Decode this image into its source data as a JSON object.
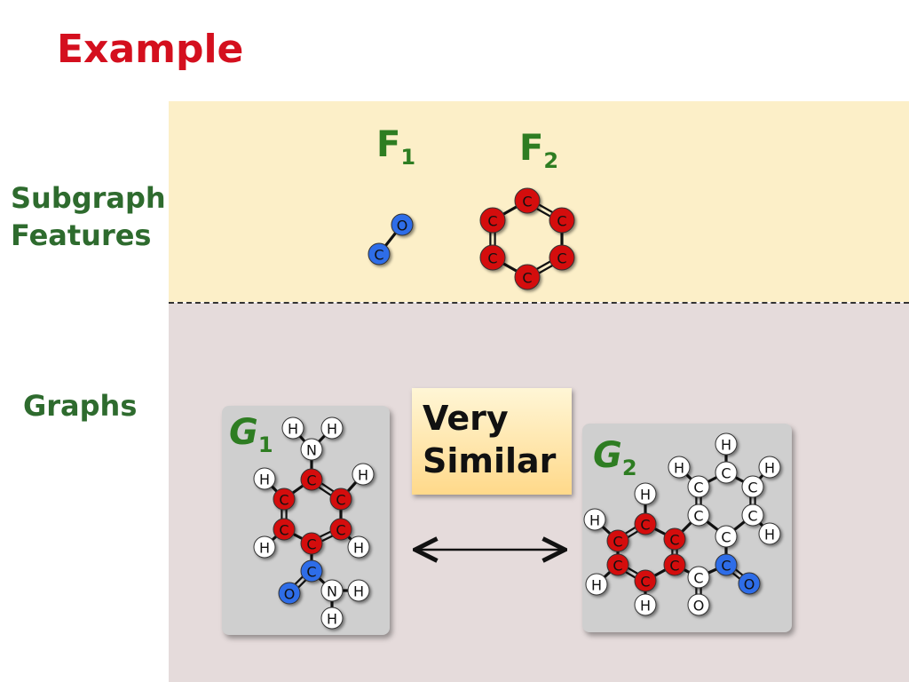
{
  "title": "Example",
  "sections": {
    "subgraph_features": "Subgraph\nFeatures",
    "graphs": "Graphs"
  },
  "features": [
    {
      "letter": "F",
      "sub": "1"
    },
    {
      "letter": "F",
      "sub": "2"
    }
  ],
  "graphs": [
    {
      "letter": "G",
      "sub": "1"
    },
    {
      "letter": "G",
      "sub": "2"
    }
  ],
  "similarity": {
    "line1": "Very",
    "line2": "Similar"
  },
  "atom_colors": {
    "red": "#d40f0f",
    "blue": "#2f6de8",
    "white": "#ffffff"
  },
  "molecules": {
    "f1": {
      "atoms": [
        {
          "id": "c",
          "label": "C",
          "color": "blue"
        },
        {
          "id": "o",
          "label": "O",
          "color": "blue"
        }
      ],
      "bonds": [
        [
          "c",
          "o",
          1
        ]
      ]
    },
    "f2": {
      "atoms": [
        {
          "id": "t",
          "label": "C",
          "color": "red"
        },
        {
          "id": "ur",
          "label": "C",
          "color": "red"
        },
        {
          "id": "lr",
          "label": "C",
          "color": "red"
        },
        {
          "id": "b",
          "label": "C",
          "color": "red"
        },
        {
          "id": "ll",
          "label": "C",
          "color": "red"
        },
        {
          "id": "ul",
          "label": "C",
          "color": "red"
        }
      ],
      "bonds": [
        [
          "t",
          "ur",
          2
        ],
        [
          "ur",
          "lr",
          1
        ],
        [
          "lr",
          "b",
          2
        ],
        [
          "b",
          "ll",
          1
        ],
        [
          "ll",
          "ul",
          2
        ],
        [
          "ul",
          "t",
          1
        ]
      ]
    },
    "g1": {
      "atoms": [
        {
          "id": "hn1",
          "label": "H",
          "color": "white"
        },
        {
          "id": "hn2",
          "label": "H",
          "color": "white"
        },
        {
          "id": "n1",
          "label": "N",
          "color": "white"
        },
        {
          "id": "h1",
          "label": "H",
          "color": "white"
        },
        {
          "id": "h2",
          "label": "H",
          "color": "white"
        },
        {
          "id": "c1",
          "label": "C",
          "color": "red"
        },
        {
          "id": "c2",
          "label": "C",
          "color": "red"
        },
        {
          "id": "c3",
          "label": "C",
          "color": "red"
        },
        {
          "id": "c4",
          "label": "C",
          "color": "red"
        },
        {
          "id": "c5",
          "label": "C",
          "color": "red"
        },
        {
          "id": "c6",
          "label": "C",
          "color": "red"
        },
        {
          "id": "h3",
          "label": "H",
          "color": "white"
        },
        {
          "id": "h4",
          "label": "H",
          "color": "white"
        },
        {
          "id": "cb",
          "label": "C",
          "color": "blue"
        },
        {
          "id": "ob",
          "label": "O",
          "color": "blue"
        },
        {
          "id": "n2",
          "label": "N",
          "color": "white"
        },
        {
          "id": "h5",
          "label": "H",
          "color": "white"
        },
        {
          "id": "h6",
          "label": "H",
          "color": "white"
        }
      ],
      "bonds": [
        [
          "hn1",
          "n1",
          1
        ],
        [
          "hn2",
          "n1",
          1
        ],
        [
          "n1",
          "c1",
          1
        ],
        [
          "c1",
          "c2",
          2
        ],
        [
          "c2",
          "c4",
          1
        ],
        [
          "c4",
          "c6",
          2
        ],
        [
          "c6",
          "c5",
          1
        ],
        [
          "c5",
          "c3",
          2
        ],
        [
          "c3",
          "c1",
          1
        ],
        [
          "h1",
          "c3",
          1
        ],
        [
          "h2",
          "c2",
          1
        ],
        [
          "h3",
          "c5",
          1
        ],
        [
          "h4",
          "c4",
          1
        ],
        [
          "c6",
          "cb",
          1
        ],
        [
          "cb",
          "ob",
          2
        ],
        [
          "cb",
          "n2",
          1
        ],
        [
          "n2",
          "h5",
          1
        ],
        [
          "n2",
          "h6",
          1
        ]
      ]
    },
    "g2": {
      "atoms": [
        {
          "id": "ht",
          "label": "H",
          "color": "white"
        },
        {
          "id": "hl",
          "label": "H",
          "color": "white"
        },
        {
          "id": "ct",
          "label": "C",
          "color": "white"
        },
        {
          "id": "hr",
          "label": "H",
          "color": "white"
        },
        {
          "id": "cul",
          "label": "C",
          "color": "white"
        },
        {
          "id": "cur",
          "label": "C",
          "color": "white"
        },
        {
          "id": "ha",
          "label": "H",
          "color": "white"
        },
        {
          "id": "cll",
          "label": "C",
          "color": "white"
        },
        {
          "id": "clr",
          "label": "C",
          "color": "white"
        },
        {
          "id": "hb",
          "label": "H",
          "color": "white"
        },
        {
          "id": "r1",
          "label": "C",
          "color": "red"
        },
        {
          "id": "r2",
          "label": "C",
          "color": "red"
        },
        {
          "id": "r3",
          "label": "C",
          "color": "red"
        },
        {
          "id": "r4",
          "label": "C",
          "color": "red"
        },
        {
          "id": "r5",
          "label": "C",
          "color": "red"
        },
        {
          "id": "r6",
          "label": "C",
          "color": "red"
        },
        {
          "id": "cbt",
          "label": "C",
          "color": "white"
        },
        {
          "id": "hc",
          "label": "H",
          "color": "white"
        },
        {
          "id": "cb2",
          "label": "C",
          "color": "blue"
        },
        {
          "id": "ob2",
          "label": "O",
          "color": "blue"
        },
        {
          "id": "hd",
          "label": "H",
          "color": "white"
        },
        {
          "id": "cw",
          "label": "C",
          "color": "white"
        },
        {
          "id": "he",
          "label": "H",
          "color": "white"
        },
        {
          "id": "ow",
          "label": "O",
          "color": "white"
        }
      ],
      "bonds": [
        [
          "ht",
          "ct",
          1
        ],
        [
          "ct",
          "cul",
          1
        ],
        [
          "ct",
          "cur",
          1
        ],
        [
          "hl",
          "cul",
          1
        ],
        [
          "hr",
          "cur",
          1
        ],
        [
          "cul",
          "cll",
          2
        ],
        [
          "cur",
          "clr",
          2
        ],
        [
          "clr",
          "hb",
          1
        ],
        [
          "cll",
          "cbt",
          1
        ],
        [
          "clr",
          "cbt",
          1
        ],
        [
          "cll",
          "r3",
          1
        ],
        [
          "ha",
          "r1",
          1
        ],
        [
          "r1",
          "r2",
          2
        ],
        [
          "r1",
          "r3",
          1
        ],
        [
          "r2",
          "r4",
          1
        ],
        [
          "r3",
          "r5",
          2
        ],
        [
          "r4",
          "r6",
          2
        ],
        [
          "r6",
          "r5",
          1
        ],
        [
          "hc",
          "r2",
          1
        ],
        [
          "hd",
          "r4",
          1
        ],
        [
          "he",
          "r6",
          1
        ],
        [
          "r5",
          "cw",
          1
        ],
        [
          "cw",
          "ow",
          2
        ],
        [
          "cw",
          "cb2",
          1
        ],
        [
          "cbt",
          "cb2",
          1
        ],
        [
          "cb2",
          "ob2",
          2
        ]
      ]
    }
  }
}
